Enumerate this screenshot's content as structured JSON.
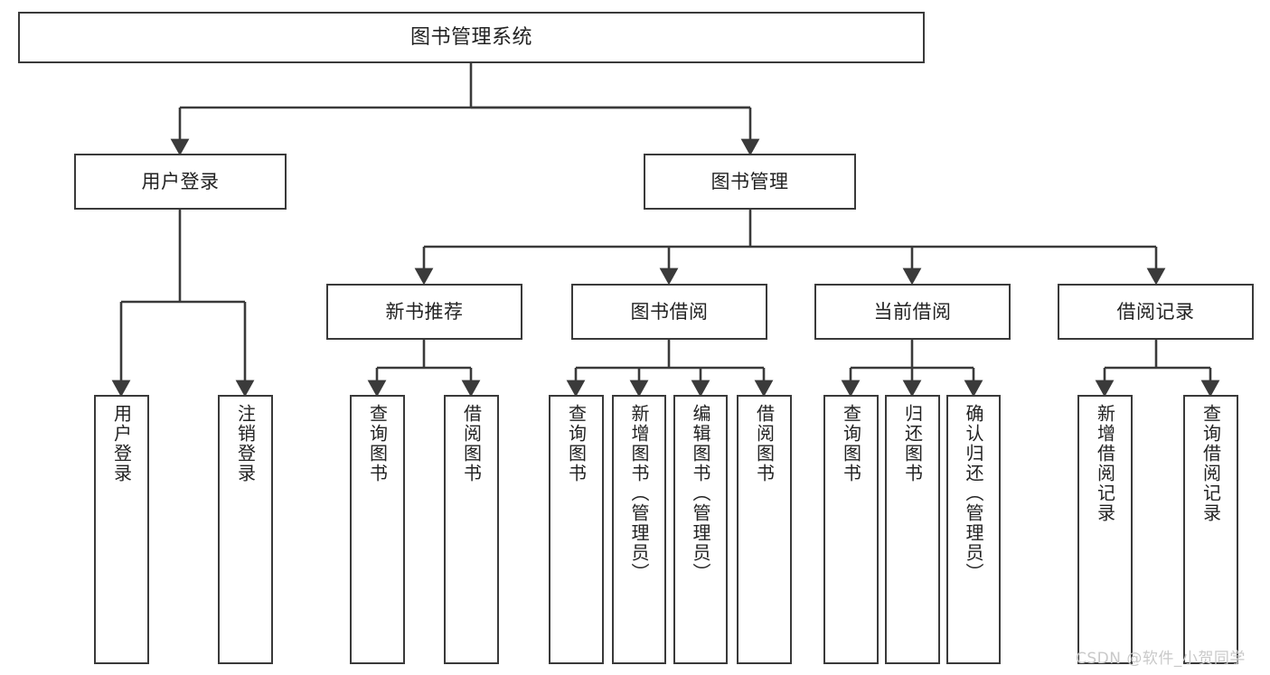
{
  "diagram": {
    "title": "图书管理系统",
    "type": "tree-hierarchy",
    "orientation": "top-down",
    "colors": {
      "node_border": "#3a3a3a",
      "node_fill": "#ffffff",
      "connector": "#3a3a3a",
      "text": "#222222",
      "background": "#ffffff",
      "watermark": "#c9c9c9"
    }
  },
  "nodes": {
    "root": {
      "label": "图书管理系统"
    },
    "level2": [
      {
        "label": "用户登录"
      },
      {
        "label": "图书管理"
      }
    ],
    "level3": [
      {
        "label": "新书推荐"
      },
      {
        "label": "图书借阅"
      },
      {
        "label": "当前借阅"
      },
      {
        "label": "借阅记录"
      }
    ],
    "leaves": {
      "user_login": [
        {
          "label": "用户登录"
        },
        {
          "label": "注销登录"
        }
      ],
      "new_book_recommend": [
        {
          "label": "查询图书"
        },
        {
          "label": "借阅图书"
        }
      ],
      "book_borrow": [
        {
          "label": "查询图书"
        },
        {
          "label": "新增图书（管理员）"
        },
        {
          "label": "编辑图书（管理员）"
        },
        {
          "label": "借阅图书"
        }
      ],
      "current_borrow": [
        {
          "label": "查询图书"
        },
        {
          "label": "归还图书"
        },
        {
          "label": "确认归还（管理员）"
        }
      ],
      "borrow_record": [
        {
          "label": "新增借阅记录"
        },
        {
          "label": "查询借阅记录"
        }
      ]
    }
  },
  "watermark": {
    "text": "CSDN @软件_小贺同学"
  }
}
